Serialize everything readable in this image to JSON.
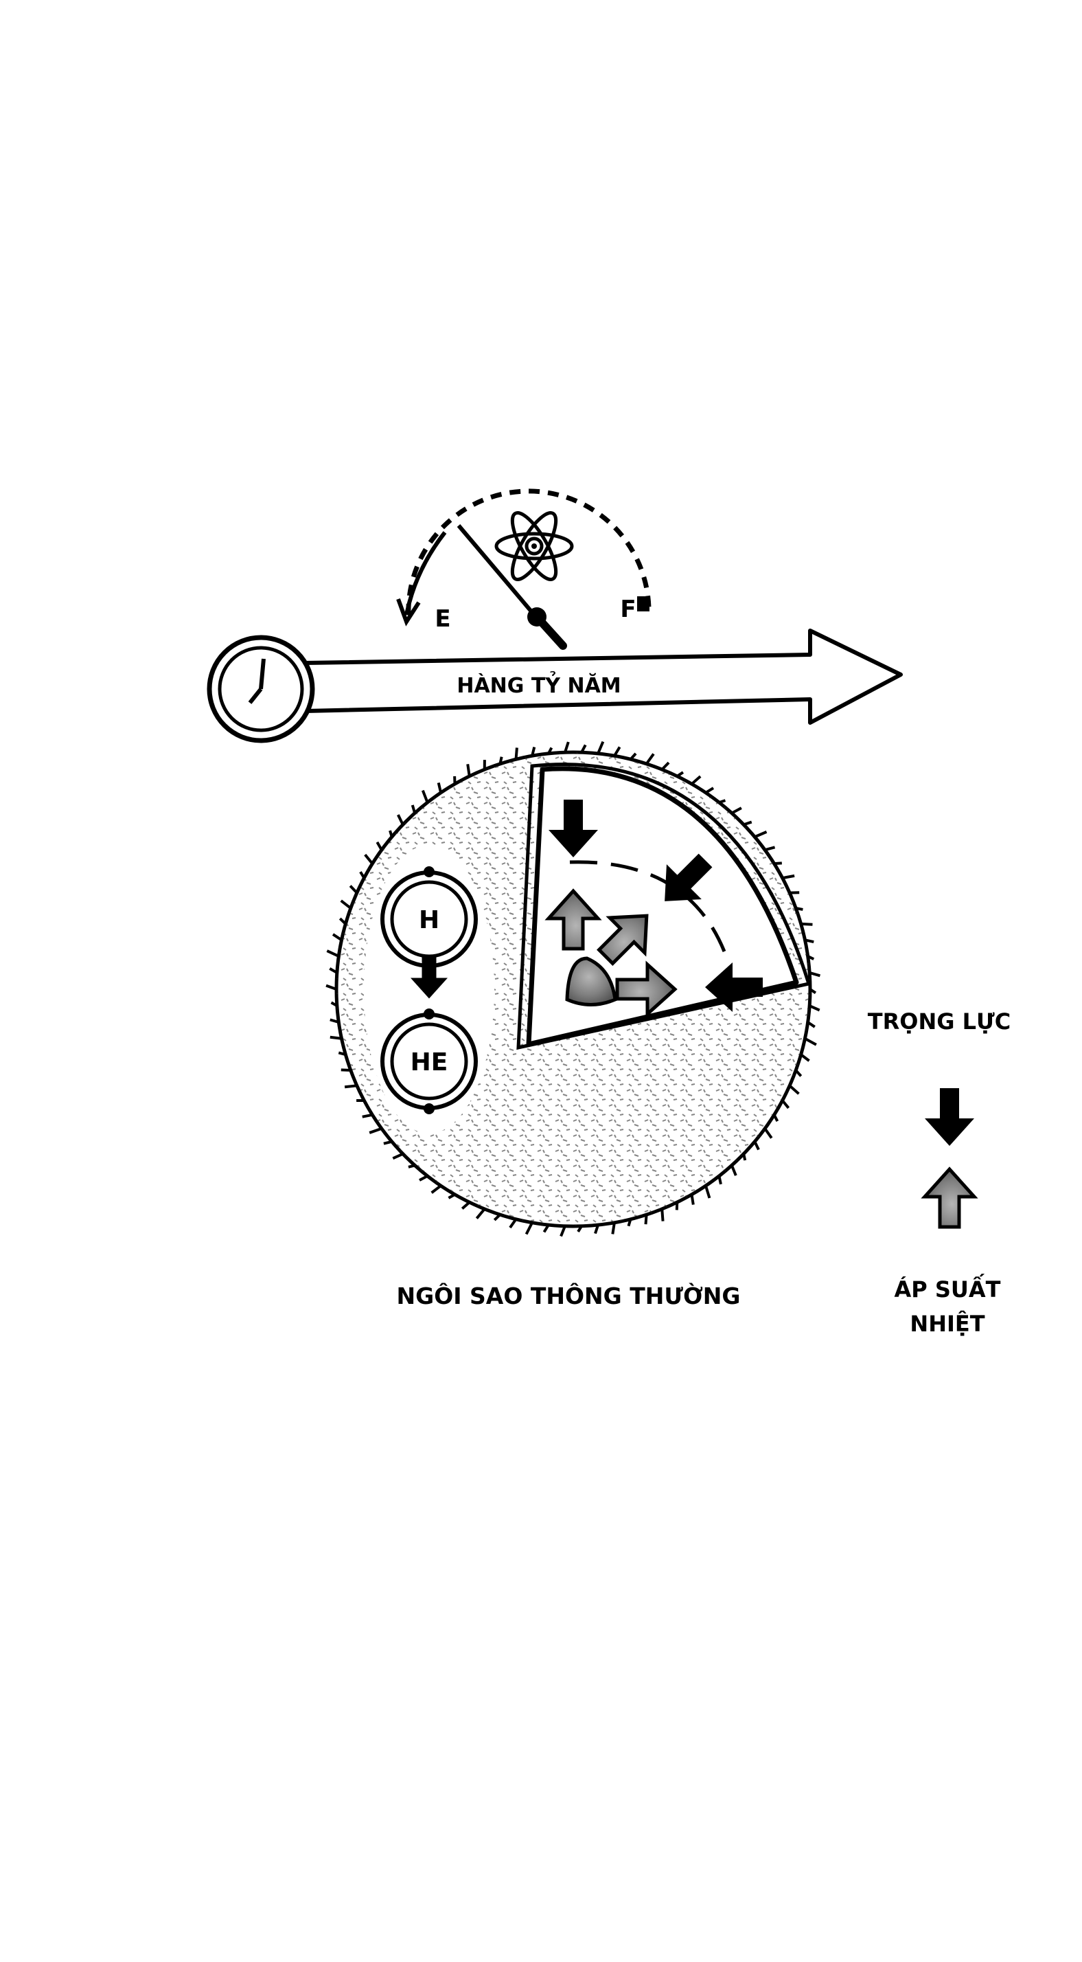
{
  "fuel_gauge": {
    "empty_label": "E",
    "full_label": "F",
    "icon": "atom-icon"
  },
  "timeline": {
    "label": "HÀNG TỶ NĂM",
    "icon": "clock-icon"
  },
  "star": {
    "caption": "NGÔI SAO THÔNG THƯỜNG",
    "fusion": {
      "input_label": "H",
      "output_label": "HE"
    }
  },
  "legend": {
    "gravity_label": "TRỌNG LỰC",
    "pressure_label_line1": "ÁP SUẤT",
    "pressure_label_line2": "NHIỆT",
    "gravity_color": "#000000",
    "pressure_color": "#7a7a7a"
  }
}
